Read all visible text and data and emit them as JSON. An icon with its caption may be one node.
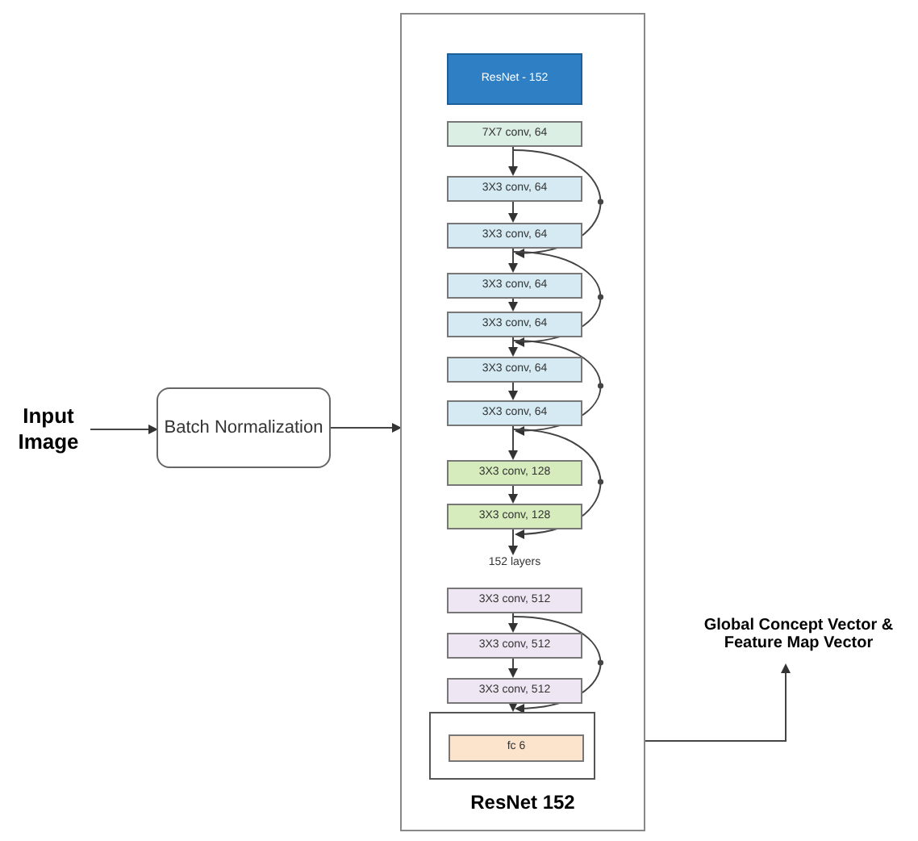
{
  "diagram": {
    "nodes": [
      {
        "text": [
          "Input Image"
        ]
      },
      {
        "text": [
          "Batch Normalization"
        ]
      },
      {
        "text": [
          "ResNet 152"
        ]
      },
      {
        "text": [
          "ResNet - 152"
        ],
        "in": 2
      },
      {
        "text": [
          "7X7 conv, 64"
        ],
        "in": 2
      },
      {
        "text": [
          "3X3 conv, 64"
        ],
        "in": 2
      },
      {
        "text": [
          "3X3 conv, 64"
        ],
        "in": 2
      },
      {
        "text": [
          "3X3 conv, 64"
        ],
        "in": 2
      },
      {
        "text": [
          "3X3 conv, 64"
        ],
        "in": 2
      },
      {
        "text": [
          "3X3 conv, 64"
        ],
        "in": 2
      },
      {
        "text": [
          "3X3 conv, 64"
        ],
        "in": 2
      },
      {
        "text": [
          "3X3 conv, 128"
        ],
        "in": 2
      },
      {
        "text": [
          "3X3 conv, 128"
        ],
        "in": 2
      },
      {
        "text": [
          "3X3 conv, 512"
        ],
        "in": 2
      },
      {
        "text": [
          "3X3 conv, 512"
        ],
        "in": 2
      },
      {
        "text": [
          "3X3 conv, 512"
        ],
        "in": 2
      },
      {
        "text": [],
        "shape": "box",
        "in": 2
      },
      {
        "text": [
          "fc 6"
        ],
        "in": 16
      },
      {
        "text": [
          "Global Concept Vector & Feature Map Vector"
        ]
      },
      {
        "text": [
          "152 layers"
        ],
        "in": 2
      }
    ],
    "edges": [
      {
        "from": 0,
        "to": 1,
        "arrow": "to"
      },
      {
        "from": 1,
        "to": 2,
        "arrow": "to"
      },
      {
        "from": 4,
        "to": 5,
        "arrow": "to"
      },
      {
        "from": 5,
        "to": 6,
        "arrow": "to"
      },
      {
        "from": 6,
        "to": 7,
        "arrow": "to"
      },
      {
        "from": 7,
        "to": 8,
        "arrow": "to"
      },
      {
        "from": 8,
        "to": 9,
        "arrow": "to"
      },
      {
        "from": 9,
        "to": 10,
        "arrow": "to"
      },
      {
        "from": 10,
        "to": 11,
        "arrow": "to"
      },
      {
        "from": 11,
        "to": 12,
        "arrow": "to"
      },
      {
        "from": 12,
        "to": 19,
        "arrow": "to"
      },
      {
        "from": 13,
        "to": 14,
        "arrow": "to"
      },
      {
        "from": 14,
        "to": 15,
        "arrow": "to"
      },
      {
        "from": 15,
        "to": 16,
        "arrow": "to"
      },
      {
        "from": 4,
        "to": 6,
        "arrow": "to"
      },
      {
        "from": 6,
        "to": 8,
        "arrow": "to"
      },
      {
        "from": 8,
        "to": 10,
        "arrow": "to"
      },
      {
        "from": 10,
        "to": 12,
        "arrow": "to"
      },
      {
        "from": 13,
        "to": 15,
        "arrow": "to"
      },
      {
        "from": 2,
        "to": 18,
        "arrow": "to"
      }
    ]
  }
}
